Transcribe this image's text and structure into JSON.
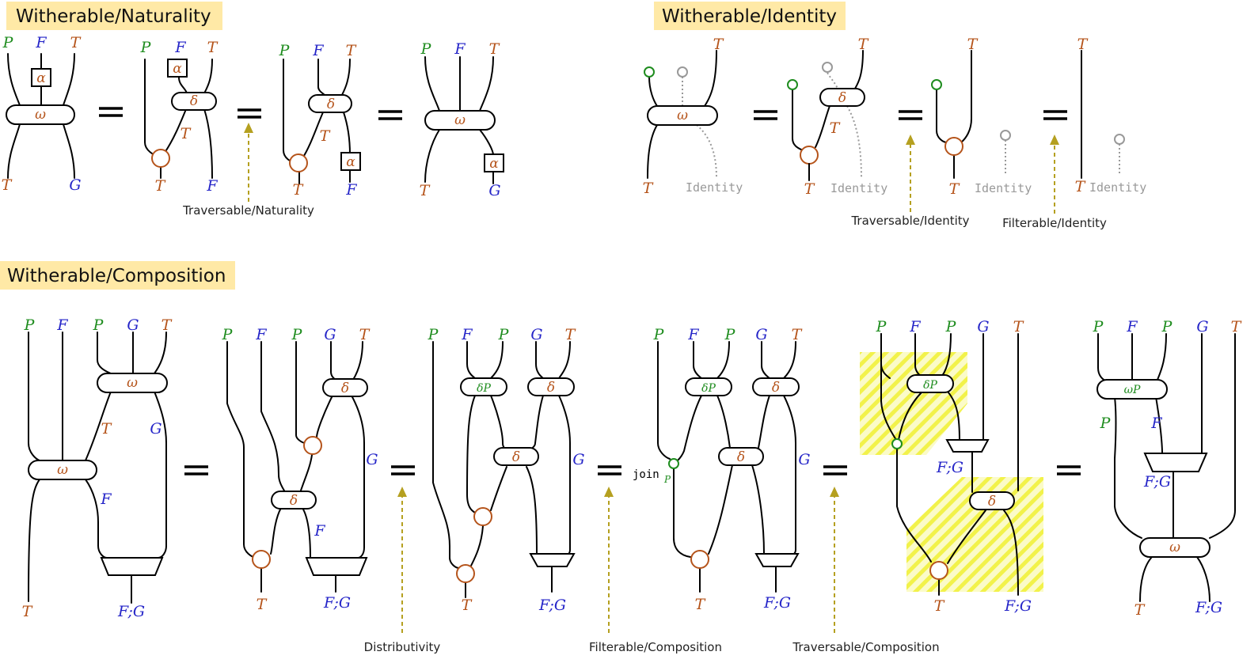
{
  "sections": {
    "naturality": "Witherable/Naturality",
    "identity": "Witherable/Identity",
    "composition": "Witherable/Composition"
  },
  "rules": {
    "traversable_naturality": "Traversable/Naturality",
    "traversable_identity": "Traversable/Identity",
    "filterable_identity": "Filterable/Identity",
    "distributivity": "Distributivity",
    "filterable_composition": "Filterable/Composition",
    "traversable_composition": "Traversable/Composition"
  },
  "wire_labels": {
    "P": "P",
    "F": "F",
    "G": "G",
    "T": "T",
    "FG": "F;G",
    "identity": "Identity",
    "join": "join"
  },
  "generators": {
    "omega": "ω",
    "delta": "δ",
    "alpha": "α",
    "omega_P": "ωP",
    "delta_P": "δP",
    "sub_P": "P"
  },
  "colors": {
    "P": "#1e8c1e",
    "F": "#2525c8",
    "T": "#b5541b",
    "arrow": "#b5a020",
    "highlight": "#f2f24a",
    "title_bg": "#ffe9a6"
  }
}
